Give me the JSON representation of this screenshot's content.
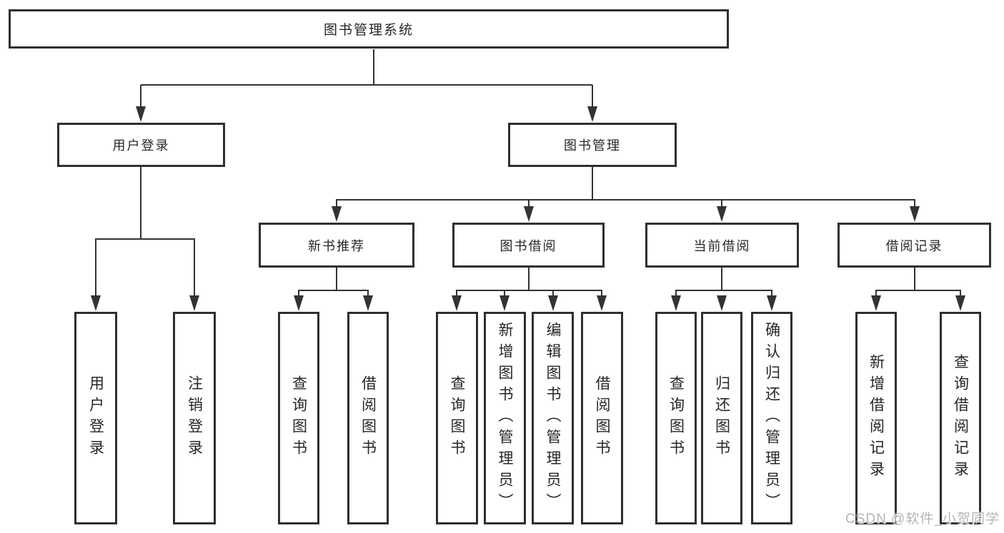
{
  "root": {
    "label": "图书管理系统"
  },
  "login": {
    "label": "用户登录",
    "children": [
      {
        "label": "用户登录"
      },
      {
        "label": "注销登录"
      }
    ]
  },
  "mgmt": {
    "label": "图书管理",
    "children": [
      {
        "label": "新书推荐",
        "children": [
          {
            "label": "查询图书"
          },
          {
            "label": "借阅图书"
          }
        ]
      },
      {
        "label": "图书借阅",
        "children": [
          {
            "label": "查询图书"
          },
          {
            "label": "新增图书（管理员）"
          },
          {
            "label": "编辑图书（管理员）"
          },
          {
            "label": "借阅图书"
          }
        ]
      },
      {
        "label": "当前借阅",
        "children": [
          {
            "label": "查询图书"
          },
          {
            "label": "归还图书"
          },
          {
            "label": "确认归还（管理员）"
          }
        ]
      },
      {
        "label": "借阅记录",
        "children": [
          {
            "label": "新增借阅记录"
          },
          {
            "label": "查询借阅记录"
          }
        ]
      }
    ]
  },
  "watermark": "CSDN @软件_小贺同学",
  "colors": {
    "line": "#333333",
    "box_border": "#2f2f2f",
    "text": "#262626",
    "watermark": "#b5b5b5",
    "background": "#ffffff"
  }
}
